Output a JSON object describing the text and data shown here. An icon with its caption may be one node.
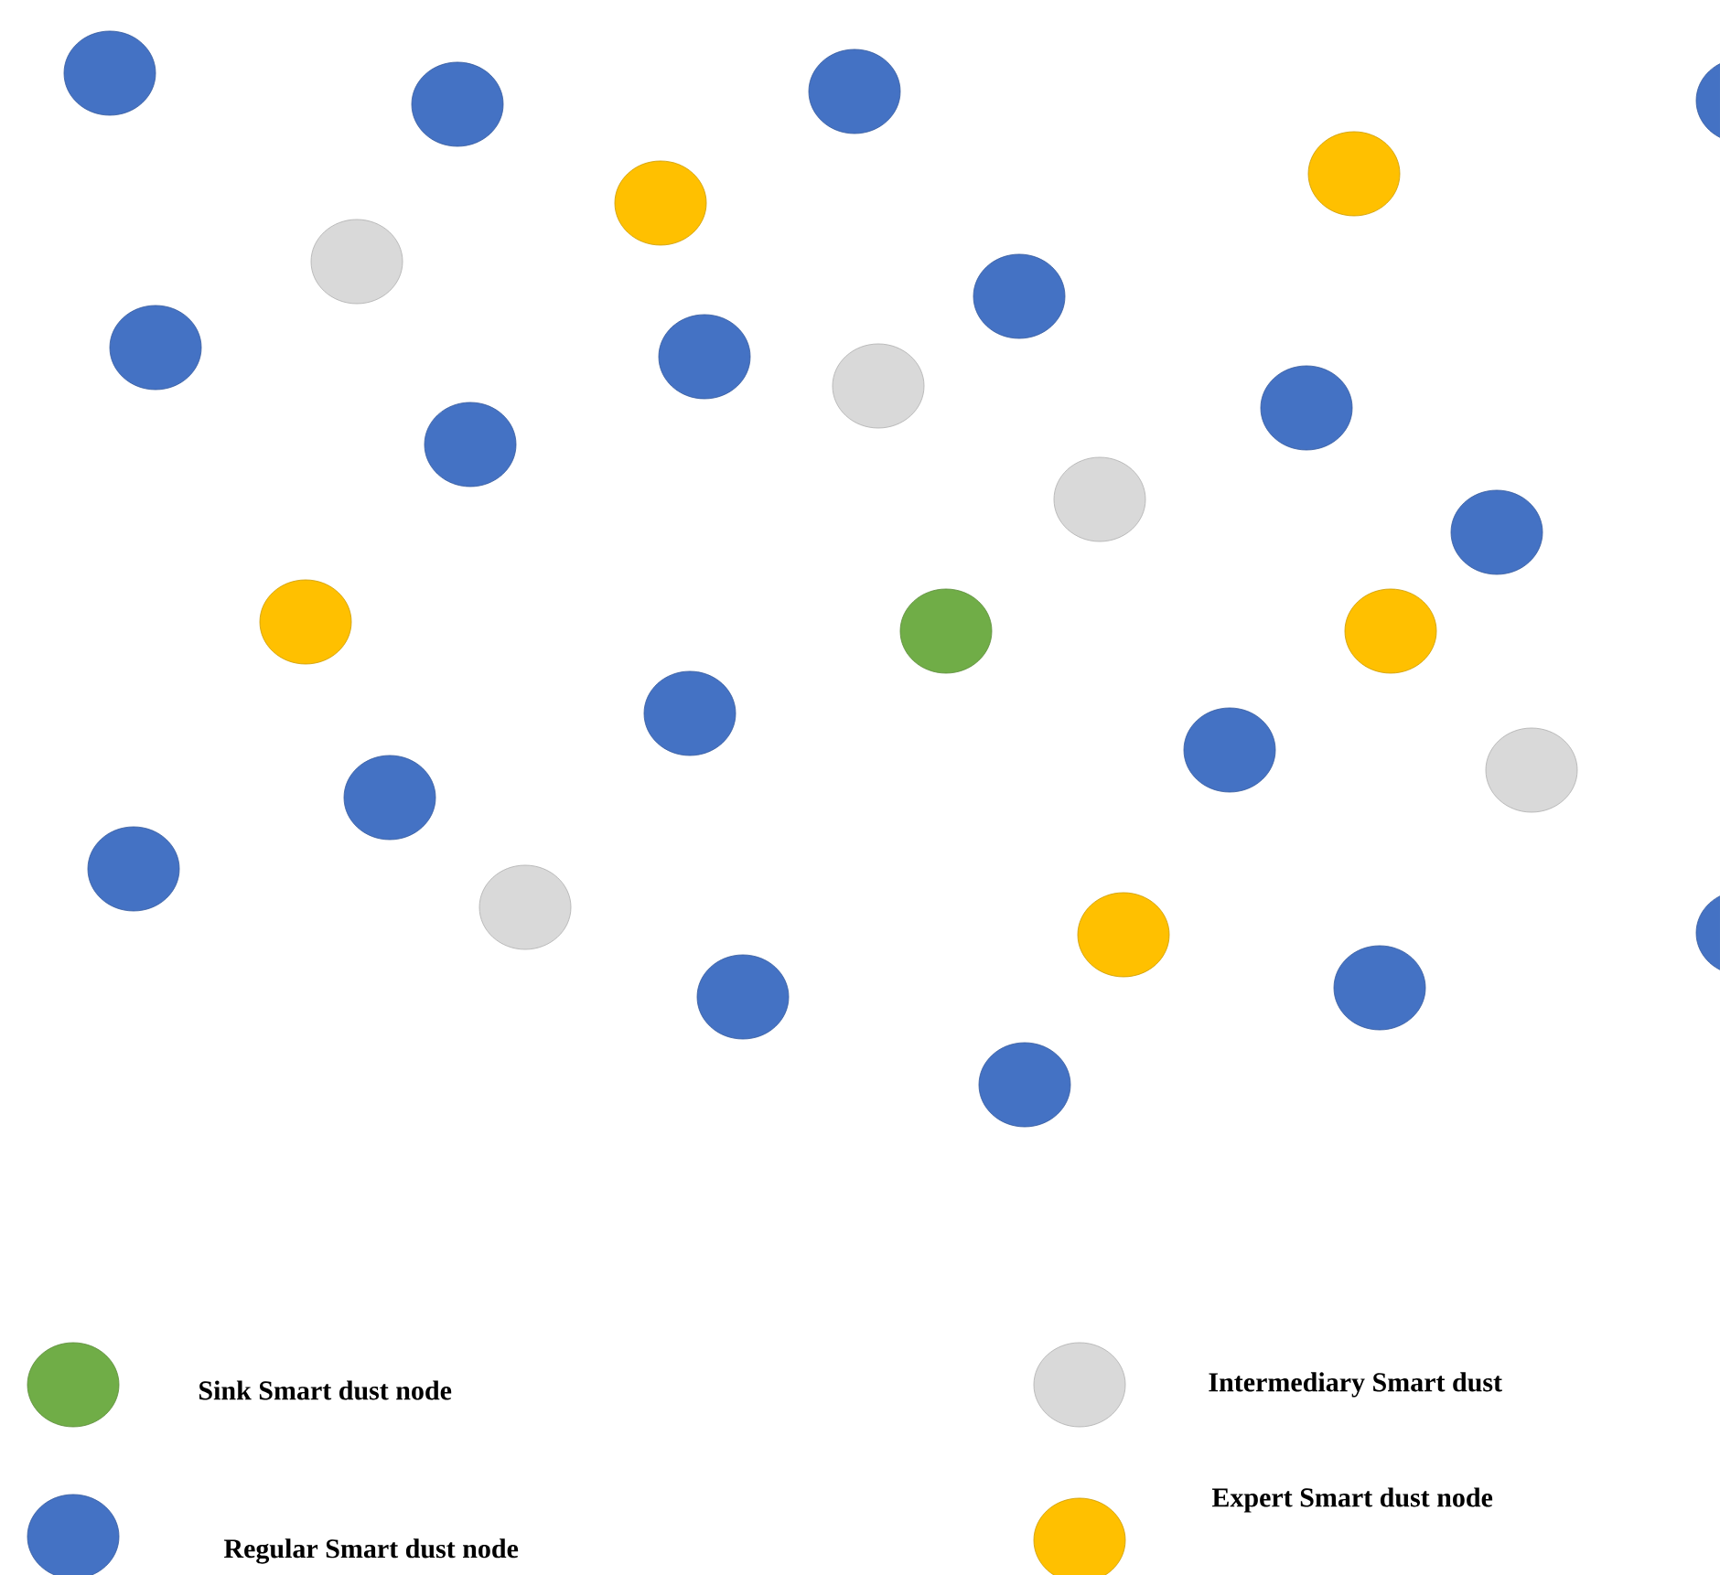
{
  "diagram": {
    "legend": [
      {
        "text": "Sink Smart dust node",
        "color": "#70ad47"
      },
      {
        "text": "Intermediary Smart dust",
        "color": "#d9d9d9"
      },
      {
        "text": "Regular Smart dust node",
        "color": "#4472c4"
      },
      {
        "text": "Expert Smart dust node",
        "color": "#ffc000"
      }
    ]
  }
}
